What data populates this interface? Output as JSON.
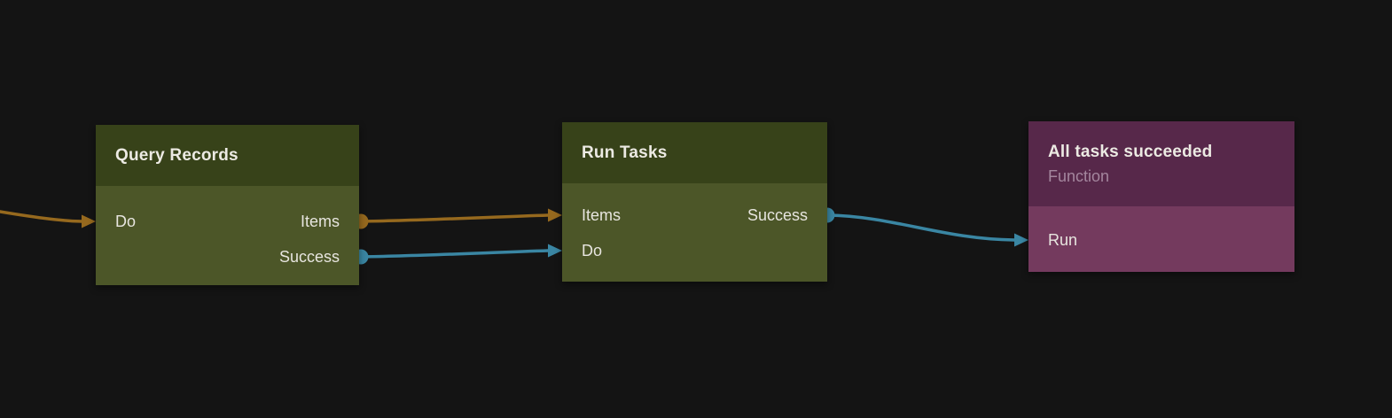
{
  "canvas": {
    "background": "#141414"
  },
  "colors": {
    "flow_orange": "#96691e",
    "flow_blue": "#3a86a3",
    "title_text": "#eceae3",
    "port_text": "#e7e5df"
  },
  "nodes": [
    {
      "id": "query-records",
      "title": "Query Records",
      "theme": {
        "header": "#374219",
        "body": "#4c5628"
      },
      "inputs": [
        {
          "label": "Do",
          "color": "#96691e"
        }
      ],
      "outputs": [
        {
          "label": "Items",
          "color": "#96691e"
        },
        {
          "label": "Success",
          "color": "#3a86a3"
        }
      ]
    },
    {
      "id": "run-tasks",
      "title": "Run Tasks",
      "theme": {
        "header": "#374219",
        "body": "#4c5628"
      },
      "inputs": [
        {
          "label": "Items",
          "color": "#96691e"
        },
        {
          "label": "Do",
          "color": "#3a86a3"
        }
      ],
      "outputs": [
        {
          "label": "Success",
          "color": "#3a86a3"
        }
      ]
    },
    {
      "id": "all-tasks-succeeded",
      "title": "All tasks succeeded",
      "subtitle": "Function",
      "subtitle_color": "#a4869e",
      "theme": {
        "header": "#57284a",
        "body": "#743a5e"
      },
      "inputs": [
        {
          "label": "Run",
          "color": "#3a86a3"
        }
      ],
      "outputs": []
    }
  ],
  "edges": [
    {
      "from": "offscreen-left",
      "to": "Query Records.Do",
      "color": "#96691e"
    },
    {
      "from": "Query Records.Items",
      "to": "Run Tasks.Items",
      "color": "#96691e"
    },
    {
      "from": "Query Records.Success",
      "to": "Run Tasks.Do",
      "color": "#3a86a3"
    },
    {
      "from": "Run Tasks.Success",
      "to": "All tasks succeeded.Run",
      "color": "#3a86a3"
    }
  ]
}
